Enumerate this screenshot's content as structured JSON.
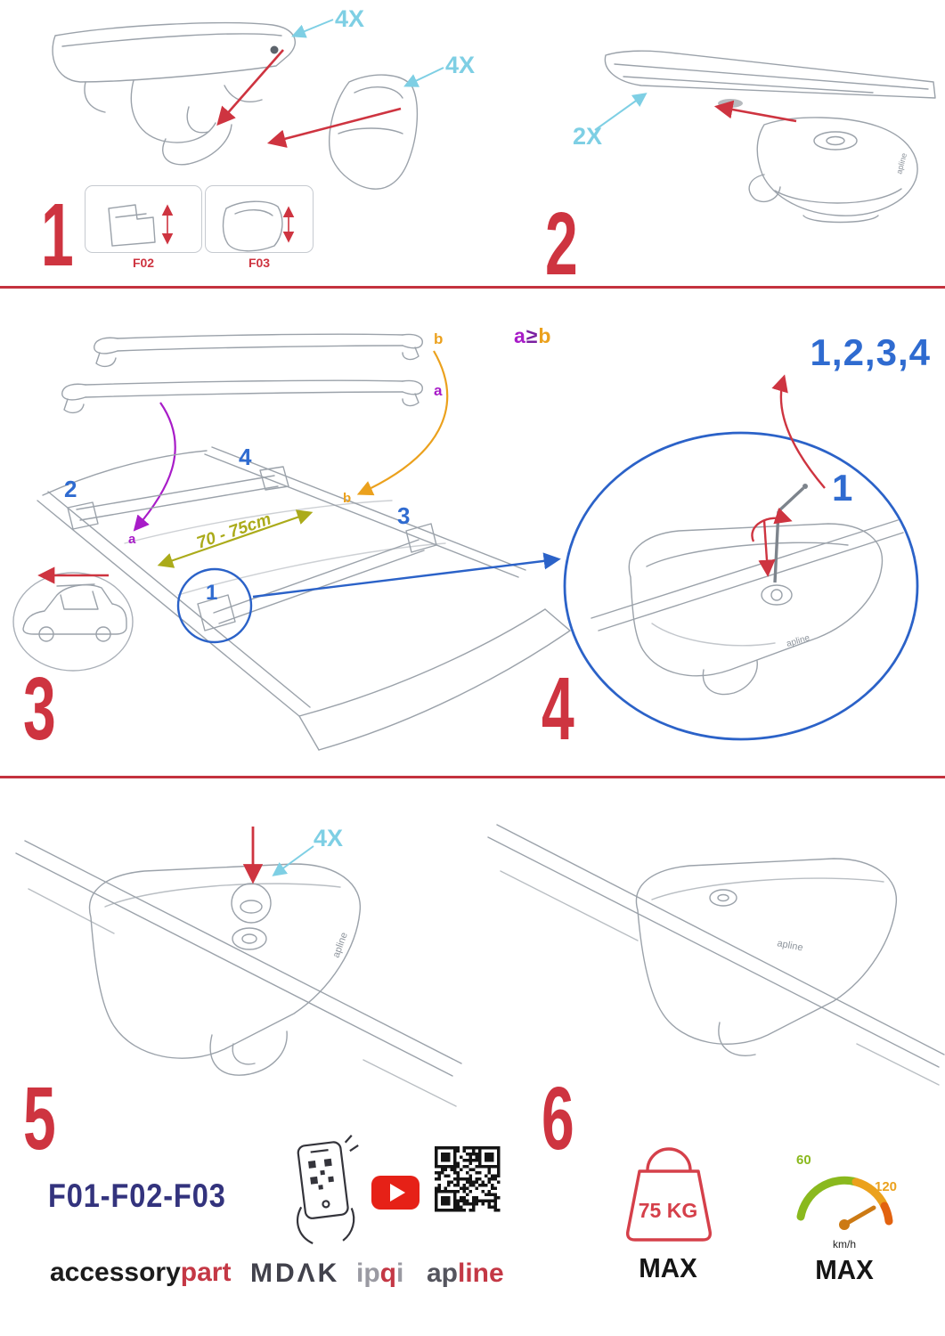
{
  "steps": {
    "s1": {
      "num": "1",
      "qty_clamp": "4X",
      "qty_cover": "4X",
      "box1_label": "F02",
      "box2_label": "F03"
    },
    "s2": {
      "num": "2",
      "qty": "2X"
    },
    "s3": {
      "num": "3",
      "bar_label_b": "b",
      "bar_label_a": "a",
      "rule": {
        "a": "a",
        "op": "≥",
        "b": "b"
      },
      "positions": {
        "p1": "1",
        "p2": "2",
        "p3": "3",
        "p4": "4"
      },
      "roof_label_a": "a",
      "roof_label_b": "b",
      "distance": "70 - 75cm"
    },
    "s4": {
      "num": "4",
      "tighten_sequence": "1,2,3,4",
      "callout": "1"
    },
    "s5": {
      "num": "5",
      "qty_caps": "4X"
    },
    "s6": {
      "num": "6",
      "load": {
        "value": "75 KG",
        "max": "MAX"
      },
      "speed": {
        "low": "60",
        "high": "120",
        "unit": "km/h",
        "max": "MAX"
      }
    }
  },
  "footer": {
    "model_codes": "F01-F02-F03",
    "brands": {
      "accessory": "accessory",
      "part": "part",
      "mdak": "MDΛK",
      "ip": "ip",
      "q": "q",
      "i": "i",
      "ap": "ap",
      "line": "line"
    }
  },
  "engraving": {
    "logo": "apline"
  },
  "colors": {
    "red": "#ce3440",
    "cyan": "#7ecfe4",
    "blue": "#2f6bd0",
    "purple": "#a81cc8",
    "orange": "#eba11d",
    "olive": "#abab1a",
    "navy": "#33337d",
    "green": "#8ab91e"
  }
}
